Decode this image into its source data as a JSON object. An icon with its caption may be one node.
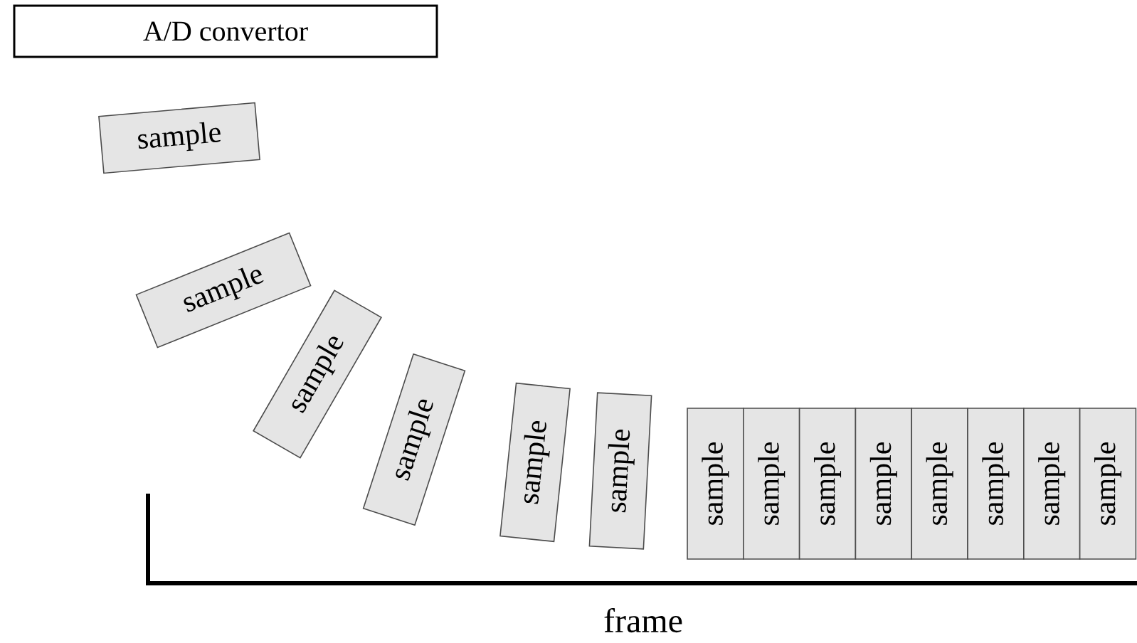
{
  "diagram": {
    "nodes": [
      {
        "text": [
          "A/D convertor"
        ]
      },
      {
        "text": [
          "sample"
        ]
      },
      {
        "text": [
          "sample"
        ]
      },
      {
        "text": [
          "sample"
        ]
      },
      {
        "text": [
          "sample"
        ]
      },
      {
        "text": [
          "sample"
        ]
      },
      {
        "text": [
          "sample"
        ]
      },
      {
        "text": [
          "sample"
        ]
      },
      {
        "text": [
          "sample"
        ]
      },
      {
        "text": [
          "sample"
        ]
      },
      {
        "text": [
          "sample"
        ]
      },
      {
        "text": [
          "sample"
        ]
      },
      {
        "text": [
          "sample"
        ]
      },
      {
        "text": [
          "sample"
        ]
      },
      {
        "text": [
          "sample"
        ]
      }
    ],
    "labels": [
      "frame"
    ]
  }
}
